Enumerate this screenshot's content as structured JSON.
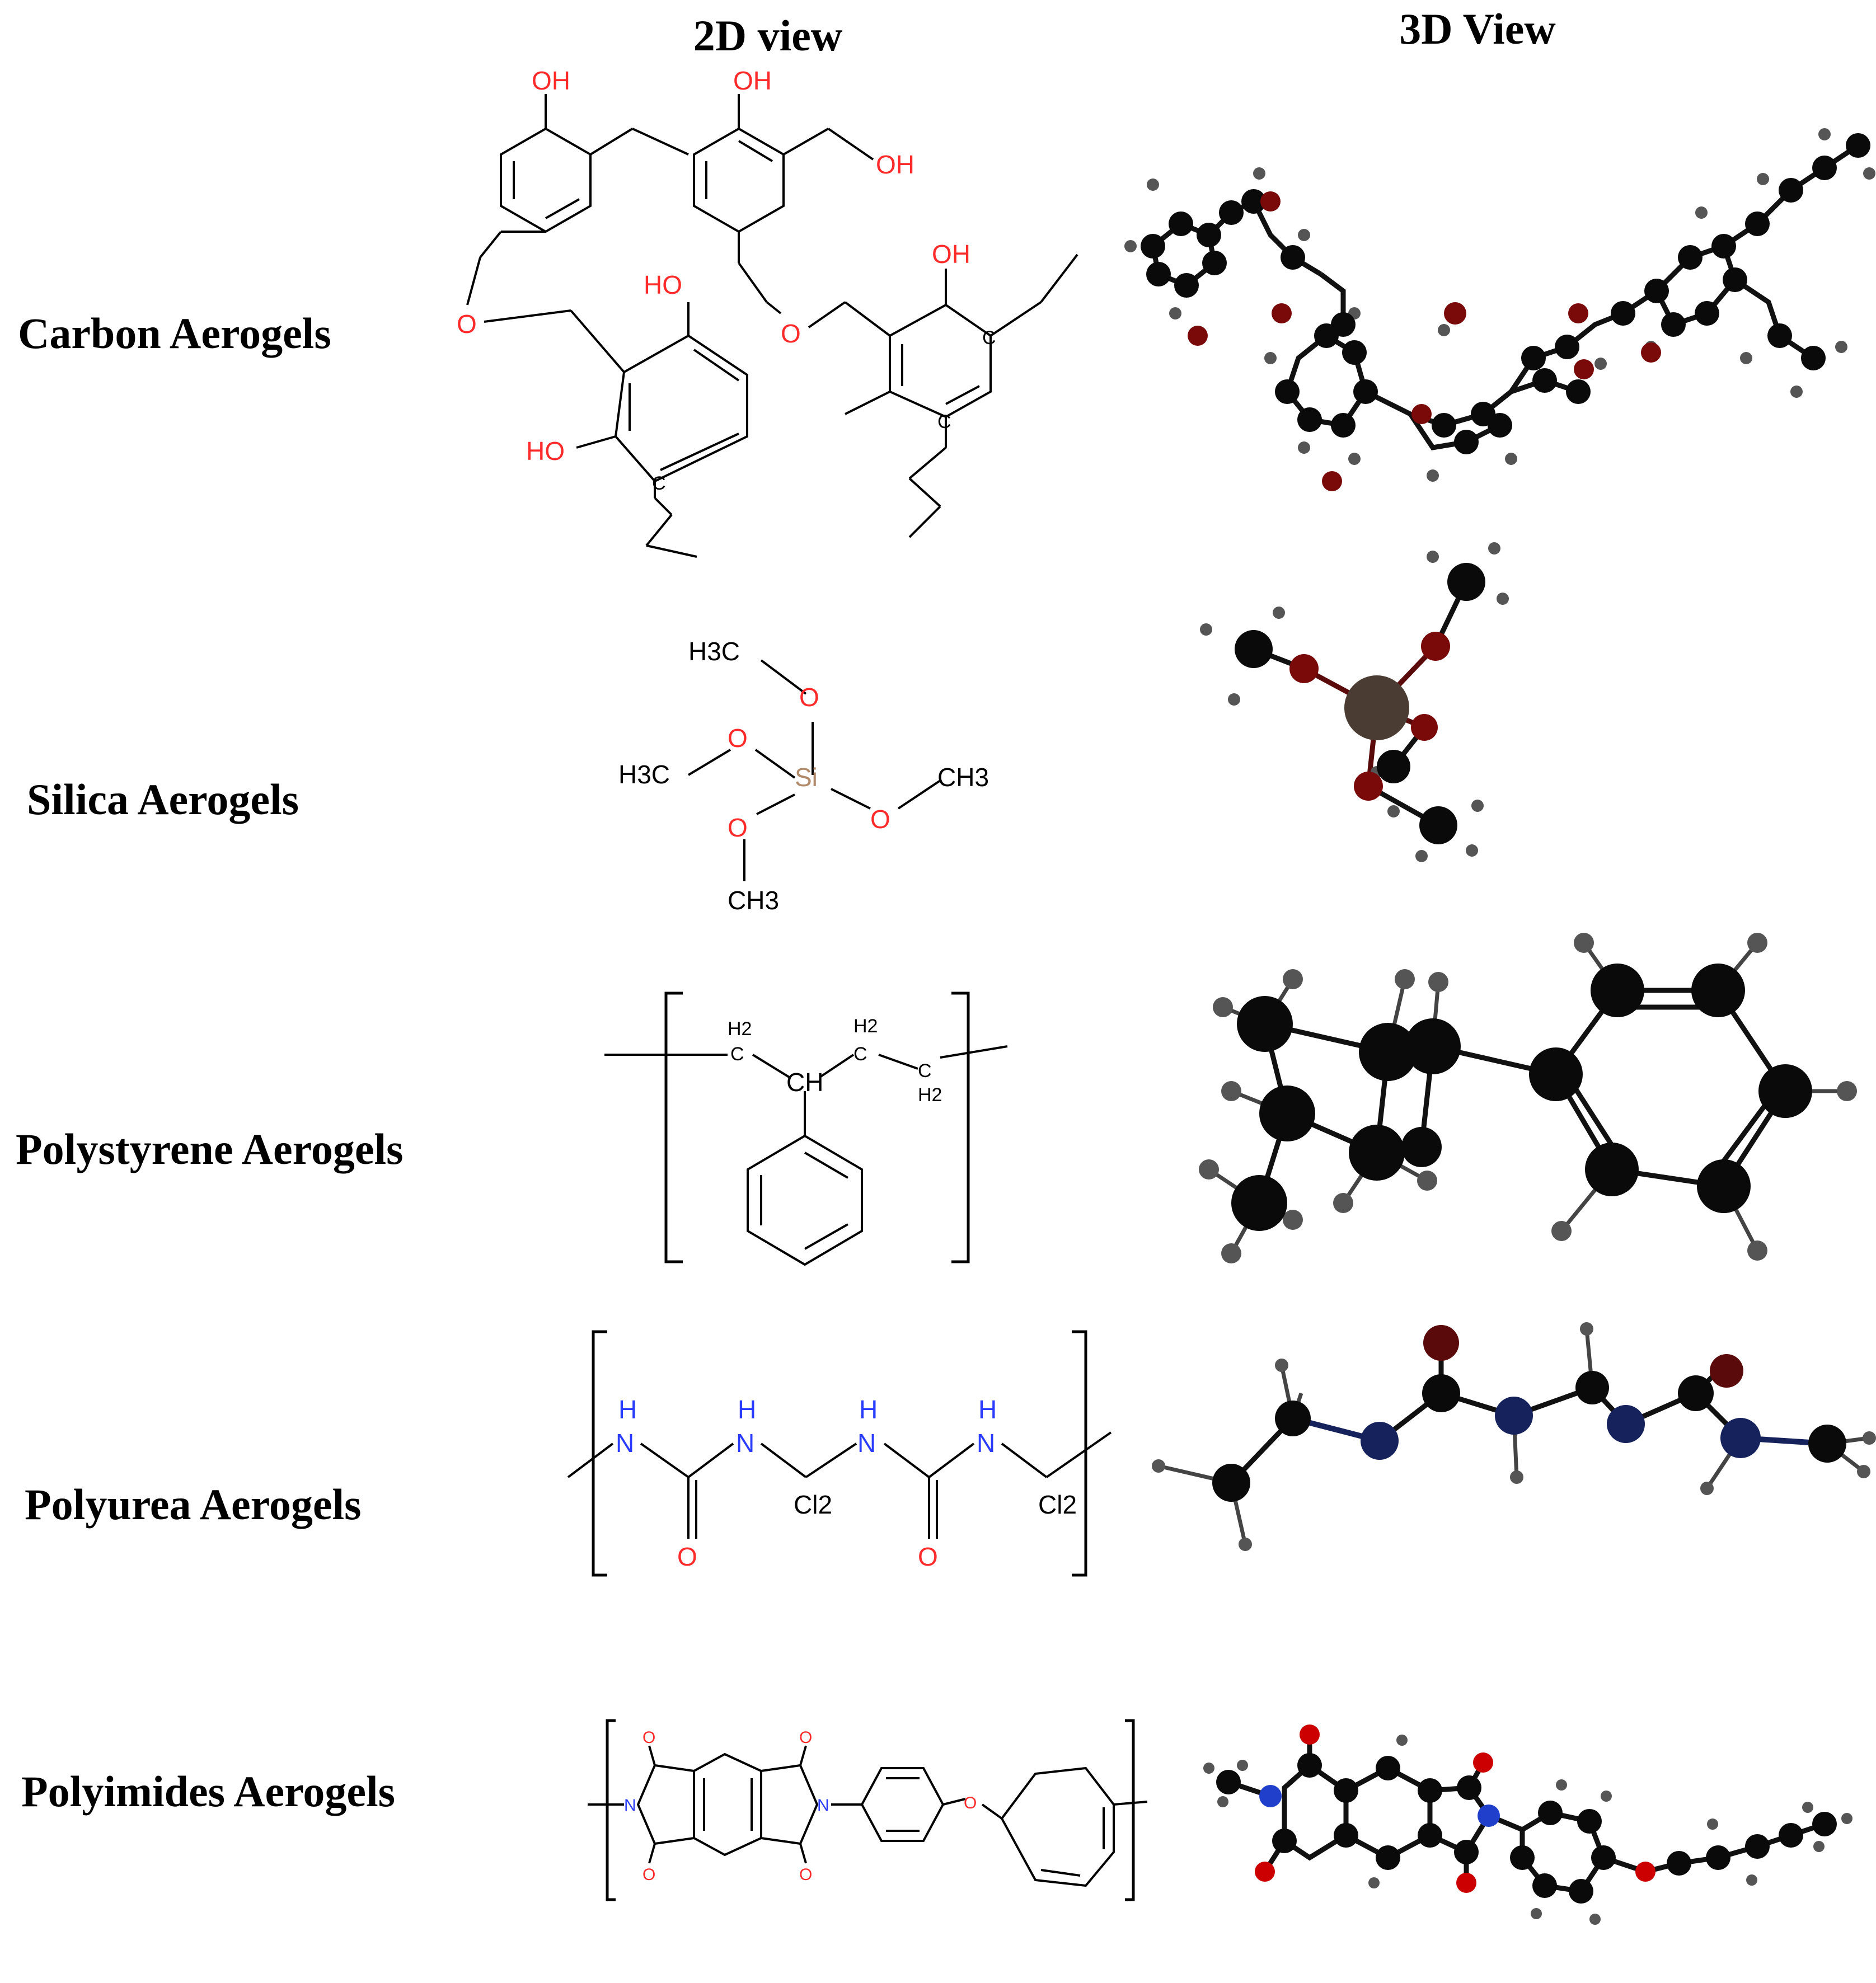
{
  "headers": {
    "view_2d": "2D view",
    "view_3d": "3D View"
  },
  "rows": [
    {
      "label": "Carbon Aerogels"
    },
    {
      "label": "Silica Aerogels"
    },
    {
      "label": "Polystyrene Aerogels"
    },
    {
      "label": "Polyurea Aerogels"
    },
    {
      "label": "Polyimides Aerogels"
    }
  ],
  "atoms": {
    "OH": "OH",
    "HO": "HO",
    "O": "O",
    "C": "C",
    "H3C": "H3C",
    "CH3": "CH3",
    "Si": "Si",
    "H2": "H2",
    "CH": "CH",
    "H": "H",
    "N": "N",
    "Cl2": "Cl2"
  },
  "colors": {
    "oxygen_2d": "#ff2a2a",
    "nitrogen_2d": "#2a3dff",
    "silicon_2d": "#b08a6a",
    "carbon_3d": "#0a0a0a",
    "hydrogen_3d": "#555555",
    "oxygen_3d": "#7a0a0a",
    "nitrogen_3d": "#16225c",
    "silicon_3d": "#4a3c32",
    "oxygen_3d_bright": "#cc0000",
    "nitrogen_3d_bright": "#2040cc"
  }
}
